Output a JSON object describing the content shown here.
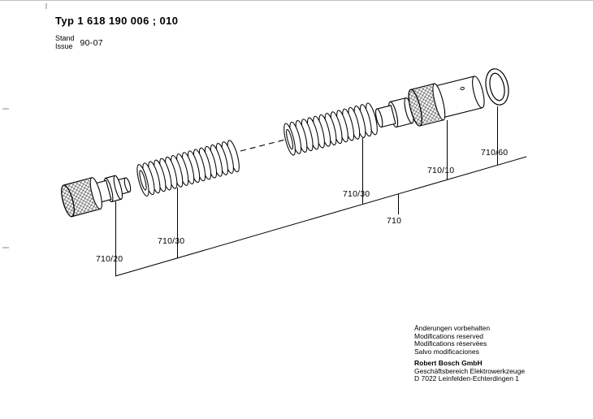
{
  "header": {
    "type_line": "Typ 1 618 190 006 ; 010",
    "stand_label": "Stand",
    "issue_label": "Issue",
    "issue_value": "90-07"
  },
  "diagram": {
    "labels": [
      "710/20",
      "710/30",
      "710/30",
      "710",
      "710/10",
      "710/60"
    ]
  },
  "footer": {
    "notices": [
      "Änderungen vorbehalten",
      "Modifications reserved",
      "Modifications réservées",
      "Salvo modificaciones"
    ],
    "company": [
      "Robert Bosch GmbH",
      "Geschäftsbereich Elektrowerkzeuge",
      "D 7022 Leinfelden-Echterdingen 1"
    ]
  },
  "colors": {
    "ink": "#000000",
    "paper": "#ffffff"
  }
}
